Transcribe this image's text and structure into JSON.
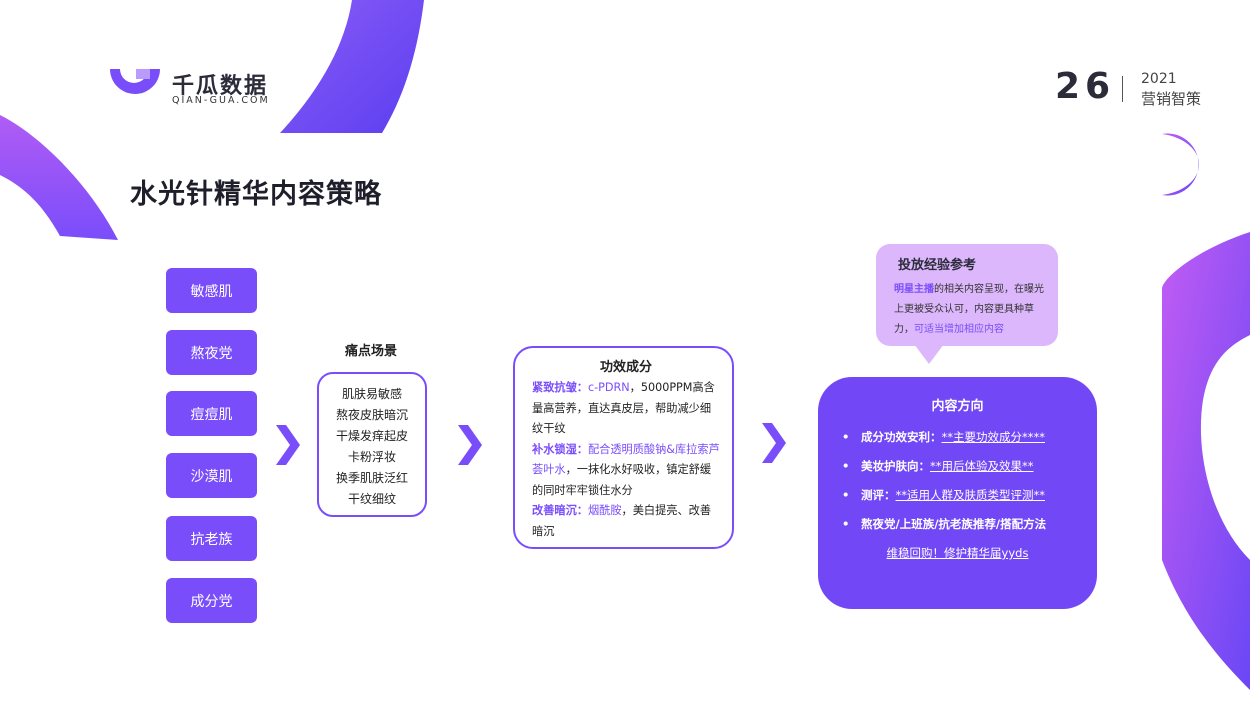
{
  "logo": {
    "name": "千瓜数据",
    "domain": "QIAN-GUA.COM"
  },
  "header": {
    "page_number": "26",
    "year": "2021",
    "tag": "营销智策"
  },
  "title": "水光针精华内容策略",
  "categories": [
    "敏感肌",
    "熬夜党",
    "痘痘肌",
    "沙漠肌",
    "抗老族",
    "成分党"
  ],
  "pain_points": {
    "title": "痛点场景",
    "items": [
      "肌肤易敏感",
      "熬夜皮肤暗沉",
      "干燥发痒起皮",
      "卡粉浮妆",
      "换季肌肤泛红",
      "干纹细纹"
    ]
  },
  "effects": {
    "title": "功效成分",
    "items": [
      {
        "label": "紧致抗皱：",
        "highlight": "c-PDRN",
        "text": "，5000PPM高含量高营养，直达真皮层，帮助减少细纹干纹"
      },
      {
        "label": "补水锁湿：",
        "highlight": "配合透明质酸钠&库拉索芦荟叶水",
        "text": "，一抹化水好吸收，镇定舒缓的同时牢牢锁住水分"
      },
      {
        "label": "改善暗沉：",
        "highlight": "烟酰胺",
        "text": "，美白提亮、改善暗沉"
      }
    ]
  },
  "reference": {
    "title": "投放经验参考",
    "highlight1": "明星主播",
    "text": "的相关内容呈现，在曝光上更被受众认可，内容更具种草力，",
    "highlight2": "可适当增加相应内容"
  },
  "content_direction": {
    "title": "内容方向",
    "items": [
      {
        "label": "成分功效安利：",
        "value": "**主要功效成分****"
      },
      {
        "label": "美妆护肤向：",
        "value": "**用后体验及效果**"
      },
      {
        "label": "测评：",
        "value": "**适用人群及肤质类型评测**"
      },
      {
        "label": "熬夜党/上班族/抗老族推荐/搭配方法",
        "value": ""
      }
    ],
    "footer": "维稳回购！修护精华届yyds"
  },
  "colors": {
    "accent": "#7a4dfb",
    "accent_dark": "#7247f6",
    "bubble": "#dcb7fb"
  }
}
